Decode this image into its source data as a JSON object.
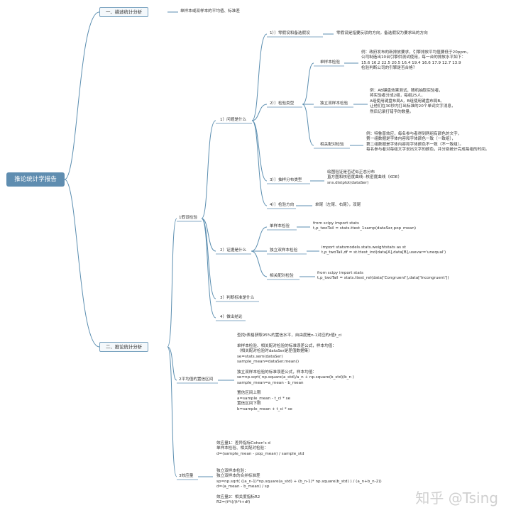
{
  "root": "推论统计学报告",
  "b1": {
    "label": "一、描述统计分析",
    "leaf": "单样本或双样本的平均值、标准差"
  },
  "b2": {
    "label": "二、推论统计分析"
  },
  "s1": {
    "label": "1假设检验",
    "q1": {
      "label": "1）问题是什么",
      "h": {
        "label": "1））零假设和备选假设",
        "text": "零假设是指要反驳的方向，备选假设为要求出的方向"
      },
      "t": {
        "label": "2））检验类型",
        "one": {
          "label": "单样本检验",
          "text": "例：政府发布的新排放要求，引擎排放平均值要低于20ppm。\n公司制造出10台引擎供测试使用，每一台的排放水平如下：\n15.6 16.2 22.5 20.5 16.4 19.4 16.6 17.9 12.7 13.9\n检验判断公司的引擎是否合格？"
        },
        "ind": {
          "label": "独立双样本检验",
          "text": "例：AB键盘效果测试，随机抽取实验者，\n将实验者分成2组，每组25人，\nA组使用键盘布局A，B组使用键盘布局B。\n让他们在30秒内打出标准的20个单词文字消息，\n然后记录打错字的数量。"
        },
        "pair": {
          "label": "相关配对检验",
          "text": "例：特鲁普效应，每名参与者得到两组有颜色的文字，\n第一组数据是字体内容和字体颜色一致（一致组），\n第二组数据是字体内容和字体颜色不一致（不一致组）。\n每名参与者对每组文字说出文字的颜色，并分别统计完成每组的时间。"
        }
      },
      "d": {
        "label": "3））抽样分布类型",
        "text": "绘图验证是否近似正态分布\n直方图和核密度曲线--核密度曲线（KDE）\nsns.distplot(dataSer)"
      },
      "dir": {
        "label": "4））检验方向",
        "text": "单尾（左尾、右尾），双尾"
      }
    },
    "q2": {
      "label": "2）证据是什么",
      "one": {
        "label": "单样本检验",
        "text": "from scipy import stats\nt,p_twoTail = stats.ttest_1samp(dataSer,pop_mean)"
      },
      "ind": {
        "label": "独立双样本检验",
        "text": "import statsmodels.stats.weightstats as st\nt,p_twoTail,df = st.ttest_ind(data[A],data[B],usevar='unequal')"
      },
      "pair": {
        "label": "相关配对检验",
        "text": "from scipy import stats\nt,p_twoTail = stats.ttest_rel(data['Congruent'],data['Incongruent'])"
      }
    },
    "q3": {
      "label": "3）判断标准是什么"
    },
    "q4": {
      "label": "4）做出结论"
    }
  },
  "s2": {
    "label": "2平均值的置信区间",
    "text": "查找t表格获取95%的置信水平，自由度是n-1对应的t值t_ci\n\n单样本检验、相关配对检验的标准误差公式，样本均值：\n（相关配对检验时dataSer是差值数据集）\nse=stats.sem(dataSer)\nsample_mean=dataSer.mean()\n\n独立双样本检验的标准误差公式，样本均值：\nse=np.sqrt( np.square(a_std)/a_n + np.square(b_std)/b_n )\nsample_mean=a_mean - b_mean\n\n置信区间上限\na=sample_mean - t_ci * se\n置信区间下限\nb=sample_mean + t_ci * se"
  },
  "s3": {
    "label": "3效应量",
    "text1": "效应量1：差异指标Cohen's d\n单样本检验、相关配对检验：\nd=(sample_mean - pop_mean) / sample_std",
    "text2": "独立双样本检验：\n独立双样本的合并标准差\nsp=np.sqrt( ((a_n-1)*np.square(a_std) + (b_n-1)* np.square(b_std) ) / (a_n+b_n-2))\nd=(a_mean - b_mean) / sp\n\n效应量2：相关度指标R2\nR2=(t*t)/(t*t+df)"
  },
  "watermark": "知乎 @Tsing",
  "colors": {
    "root_bg": "#5f8db0",
    "line": "#5b8eb0",
    "branch_border": "#7aa3c0"
  }
}
